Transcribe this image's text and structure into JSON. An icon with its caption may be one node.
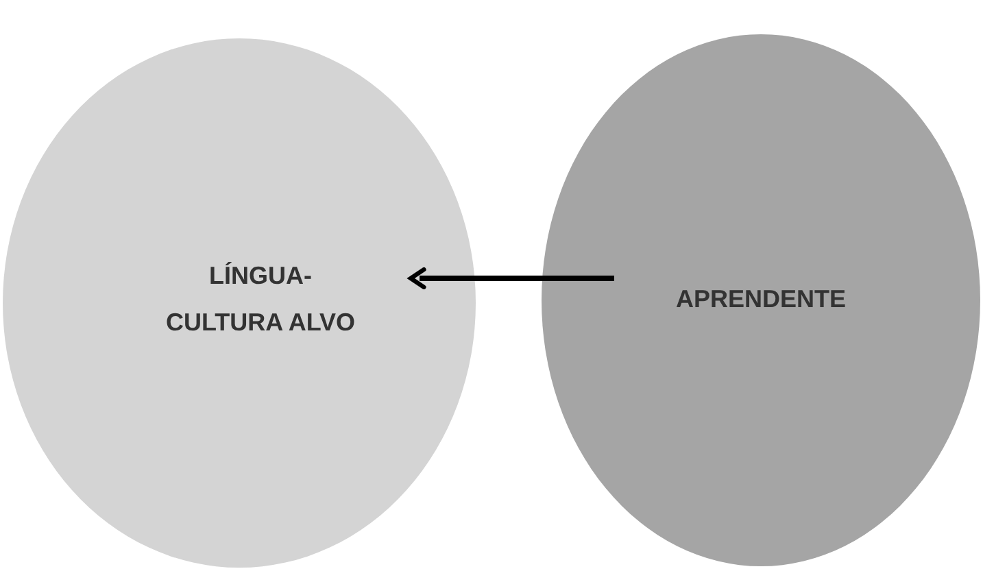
{
  "diagram": {
    "nodes": [
      {
        "text": [
          "LÍNGUA-CULTURA ALVO"
        ]
      },
      {
        "text": [
          "APRENDENTE"
        ]
      }
    ],
    "edges": [
      {
        "from": 1,
        "to": 0,
        "arrow": "to"
      }
    ]
  }
}
